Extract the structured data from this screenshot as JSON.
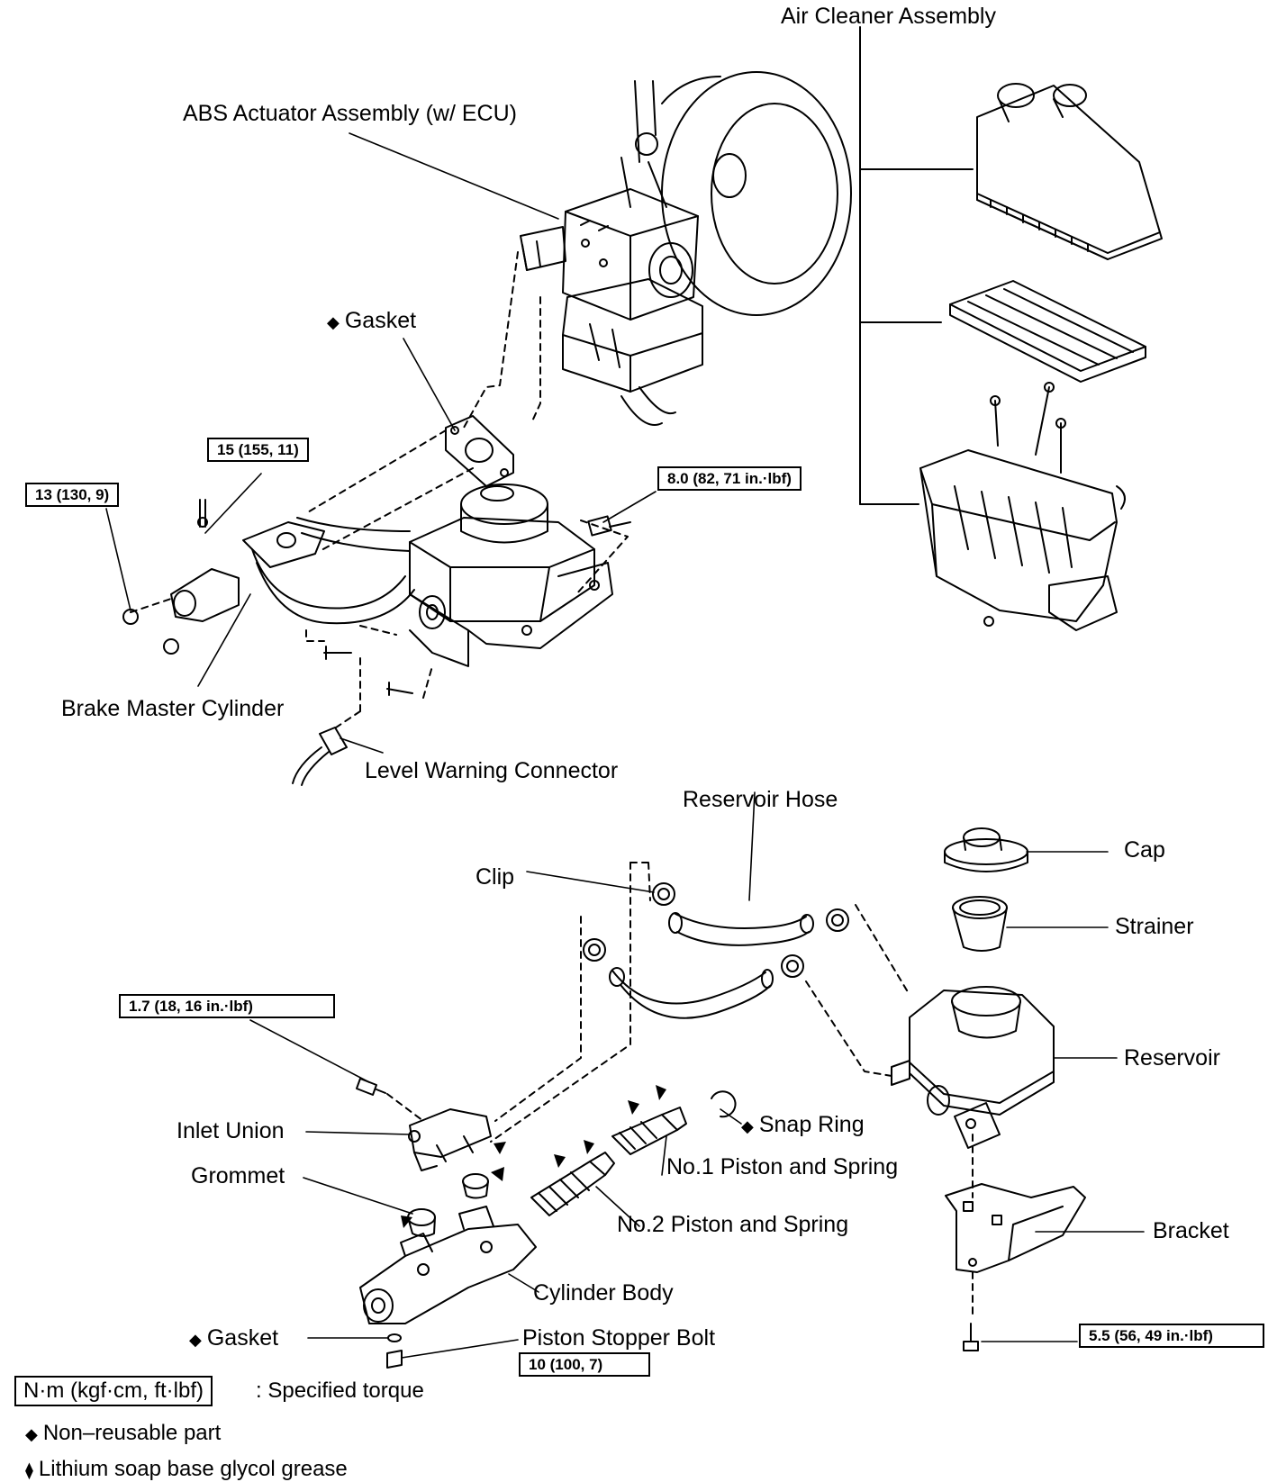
{
  "labels": {
    "air_cleaner": "Air Cleaner Assembly",
    "abs_actuator": "ABS Actuator Assembly (w/ ECU)",
    "gasket_upper": "Gasket",
    "brake_master": "Brake Master Cylinder",
    "level_warning": "Level Warning Connector",
    "reservoir_hose": "Reservoir Hose",
    "clip": "Clip",
    "cap": "Cap",
    "strainer": "Strainer",
    "reservoir": "Reservoir",
    "inlet_union": "Inlet Union",
    "grommet": "Grommet",
    "snap_ring": "Snap Ring",
    "no1_piston": "No.1 Piston and Spring",
    "no2_piston": "No.2 Piston and Spring",
    "bracket": "Bracket",
    "cylinder_body": "Cylinder Body",
    "gasket_lower": "Gasket",
    "piston_stopper": "Piston Stopper Bolt"
  },
  "torques": {
    "t15": "15 (155, 11)",
    "t13": "13 (130, 9)",
    "t80": "8.0 (82, 71 in.·lbf)",
    "t17": "1.7 (18, 16 in.·lbf)",
    "t55": "5.5 (56, 49 in.·lbf)",
    "t10": "10 (100, 7)"
  },
  "legend": {
    "torque_unit": "N·m (kgf·cm, ft·lbf)",
    "torque_desc": ": Specified torque",
    "non_reusable": "Non–reusable part",
    "grease": "Lithium soap base glycol grease"
  },
  "symbols": {
    "non_reusable": "◆",
    "grease": "⧫"
  }
}
